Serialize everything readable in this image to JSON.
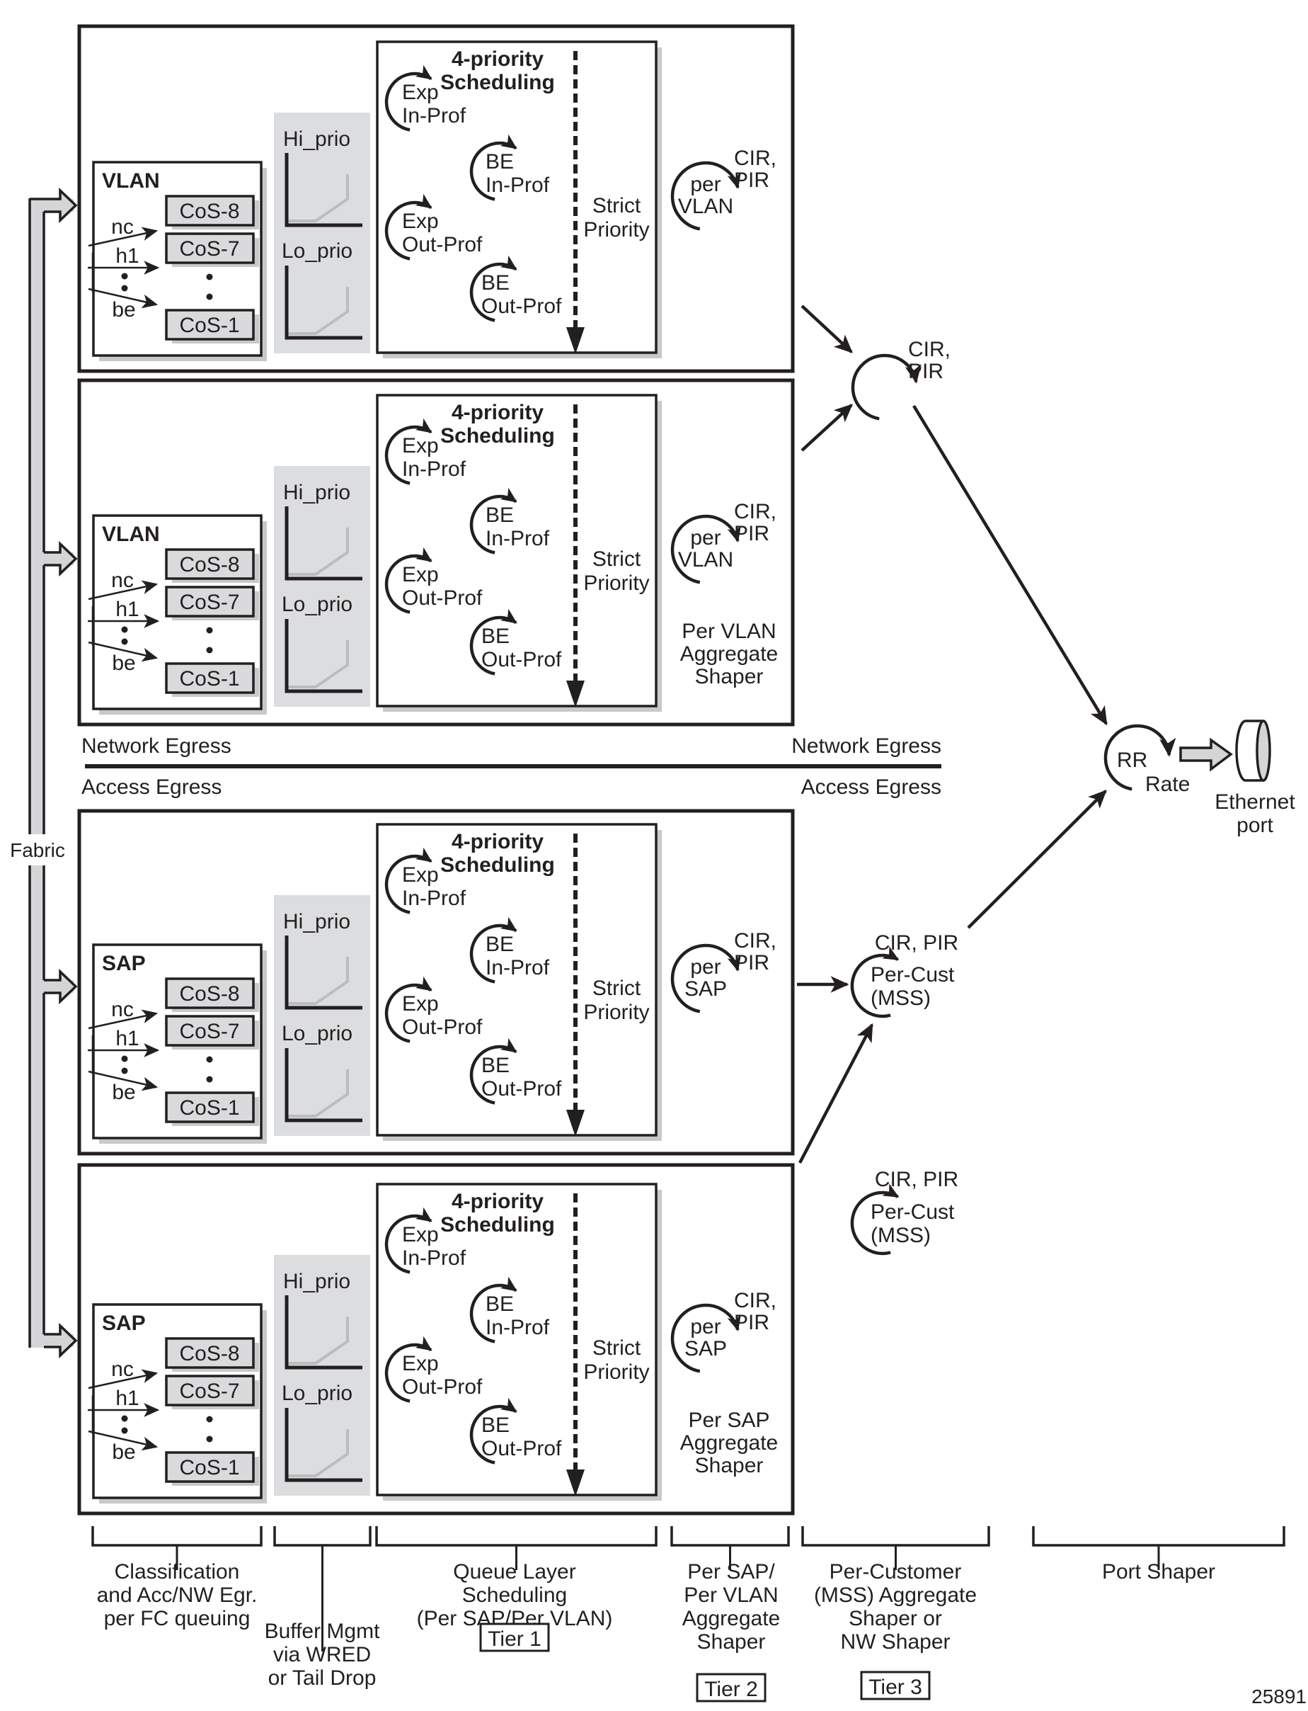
{
  "figure_id": "25891",
  "colors": {
    "ink": "#231f20",
    "panel_gray": "#dcdddf",
    "cos_fill": "#d9dadc",
    "shadow": "#c8c9cb",
    "curve_gray": "#bbbcbe",
    "arrow_fill": "#d4d5d7"
  },
  "fabric_label": "Fabric",
  "section_labels": {
    "network_left": "Network Egress",
    "network_right": "Network Egress",
    "access_left": "Access Egress",
    "access_right": "Access Egress"
  },
  "panels": [
    {
      "id": "network-1",
      "class_title": "VLAN",
      "per_label": [
        "per",
        "VLAN"
      ],
      "footer": []
    },
    {
      "id": "network-2",
      "class_title": "VLAN",
      "per_label": [
        "per",
        "VLAN"
      ],
      "footer": [
        "Per VLAN",
        "Aggregate",
        "Shaper"
      ]
    },
    {
      "id": "access-1",
      "class_title": "SAP",
      "per_label": [
        "per",
        "SAP"
      ],
      "footer": []
    },
    {
      "id": "access-2",
      "class_title": "SAP",
      "per_label": [
        "per",
        "SAP"
      ],
      "footer": [
        "Per SAP",
        "Aggregate",
        "Shaper"
      ]
    }
  ],
  "classification": {
    "inputs": [
      "nc",
      "h1",
      "be"
    ],
    "queues": [
      "CoS-8",
      "CoS-7",
      "CoS-1"
    ]
  },
  "buffer": {
    "hi_label": "Hi_prio",
    "lo_label": "Lo_prio"
  },
  "scheduler": {
    "title": [
      "4-priority",
      "Scheduling"
    ],
    "queues": [
      {
        "lines": [
          "Exp",
          "In-Prof"
        ]
      },
      {
        "lines": [
          "BE",
          "In-Prof"
        ]
      },
      {
        "lines": [
          "Exp",
          "Out-Prof"
        ]
      },
      {
        "lines": [
          "BE",
          "Out-Prof"
        ]
      }
    ],
    "strict_label": [
      "Strict",
      "Priority"
    ]
  },
  "rate_label": [
    "CIR,",
    "PIR"
  ],
  "network_shaper": {
    "label": [
      "CIR,",
      "PIR"
    ]
  },
  "customer_shapers": [
    {
      "rate": "CIR, PIR",
      "lines": [
        "Per-Cust",
        "(MSS)"
      ]
    },
    {
      "rate": "CIR, PIR",
      "lines": [
        "Per-Cust",
        "(MSS)"
      ]
    }
  ],
  "port_shaper": {
    "lines": [
      "RR",
      "Rate"
    ]
  },
  "ethernet_port": {
    "lines": [
      "Ethernet",
      "port"
    ]
  },
  "bottom_legend": [
    {
      "id": "classification",
      "lines": [
        "Classification",
        "and Acc/NW Egr.",
        "per FC queuing"
      ],
      "tier": ""
    },
    {
      "id": "buffer-mgmt",
      "lines": [
        "Buffer Mgmt",
        "via WRED",
        "or Tail Drop"
      ],
      "tier": ""
    },
    {
      "id": "queue-layer",
      "lines": [
        "Queue Layer",
        "Scheduling",
        "(Per SAP/Per VLAN)"
      ],
      "tier": "Tier 1"
    },
    {
      "id": "per-sap-vlan",
      "lines": [
        "Per SAP/",
        "Per VLAN",
        "Aggregate",
        "Shaper"
      ],
      "tier": "Tier 2"
    },
    {
      "id": "per-customer",
      "lines": [
        "Per-Customer",
        "(MSS) Aggregate",
        "Shaper or",
        "NW Shaper"
      ],
      "tier": "Tier 3"
    },
    {
      "id": "port-shaper",
      "lines": [
        "Port Shaper"
      ],
      "tier": ""
    }
  ]
}
